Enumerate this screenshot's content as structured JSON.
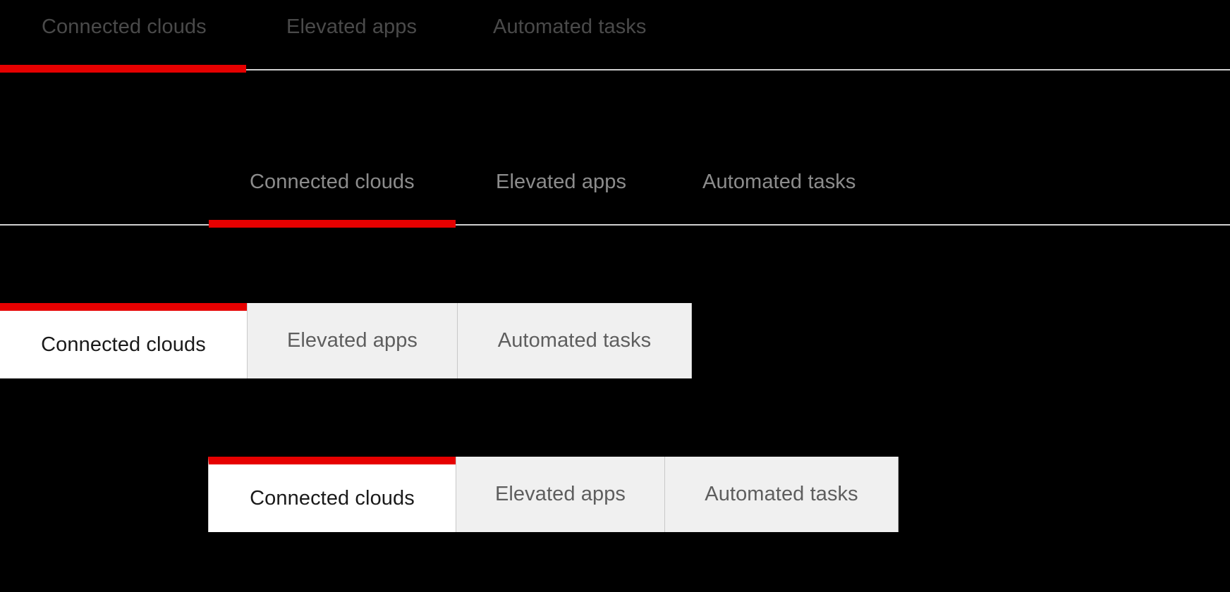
{
  "theme": {
    "background": "#000000",
    "accent_red": "#e60000",
    "active_tab_surface": "#ffffff",
    "inactive_tab_surface": "#f0f0f0",
    "divider": "#c8c8c8",
    "baseline": "#d0d0d0"
  },
  "tab_labels": {
    "connected_clouds": "Connected clouds",
    "elevated_apps": "Elevated apps",
    "automated_tasks": "Automated tasks"
  },
  "variants": [
    {
      "id": "underline-dark-left",
      "style": "underline",
      "active_index": 0,
      "tabs": [
        {
          "label": "Connected clouds",
          "state": "active"
        },
        {
          "label": "Elevated apps",
          "state": "inactive"
        },
        {
          "label": "Automated tasks",
          "state": "inactive"
        }
      ]
    },
    {
      "id": "underline-dark-indented",
      "style": "underline",
      "active_index": 0,
      "tabs": [
        {
          "label": "Connected clouds",
          "state": "active"
        },
        {
          "label": "Elevated apps",
          "state": "inactive"
        },
        {
          "label": "Automated tasks",
          "state": "inactive"
        }
      ]
    },
    {
      "id": "boxed-left",
      "style": "boxed",
      "active_index": 0,
      "tabs": [
        {
          "label": "Connected clouds",
          "state": "active"
        },
        {
          "label": "Elevated apps",
          "state": "inactive"
        },
        {
          "label": "Automated tasks",
          "state": "inactive"
        }
      ]
    },
    {
      "id": "boxed-indented",
      "style": "boxed",
      "active_index": 0,
      "tabs": [
        {
          "label": "Connected clouds",
          "state": "active"
        },
        {
          "label": "Elevated apps",
          "state": "inactive"
        },
        {
          "label": "Automated tasks",
          "state": "inactive"
        }
      ]
    }
  ]
}
